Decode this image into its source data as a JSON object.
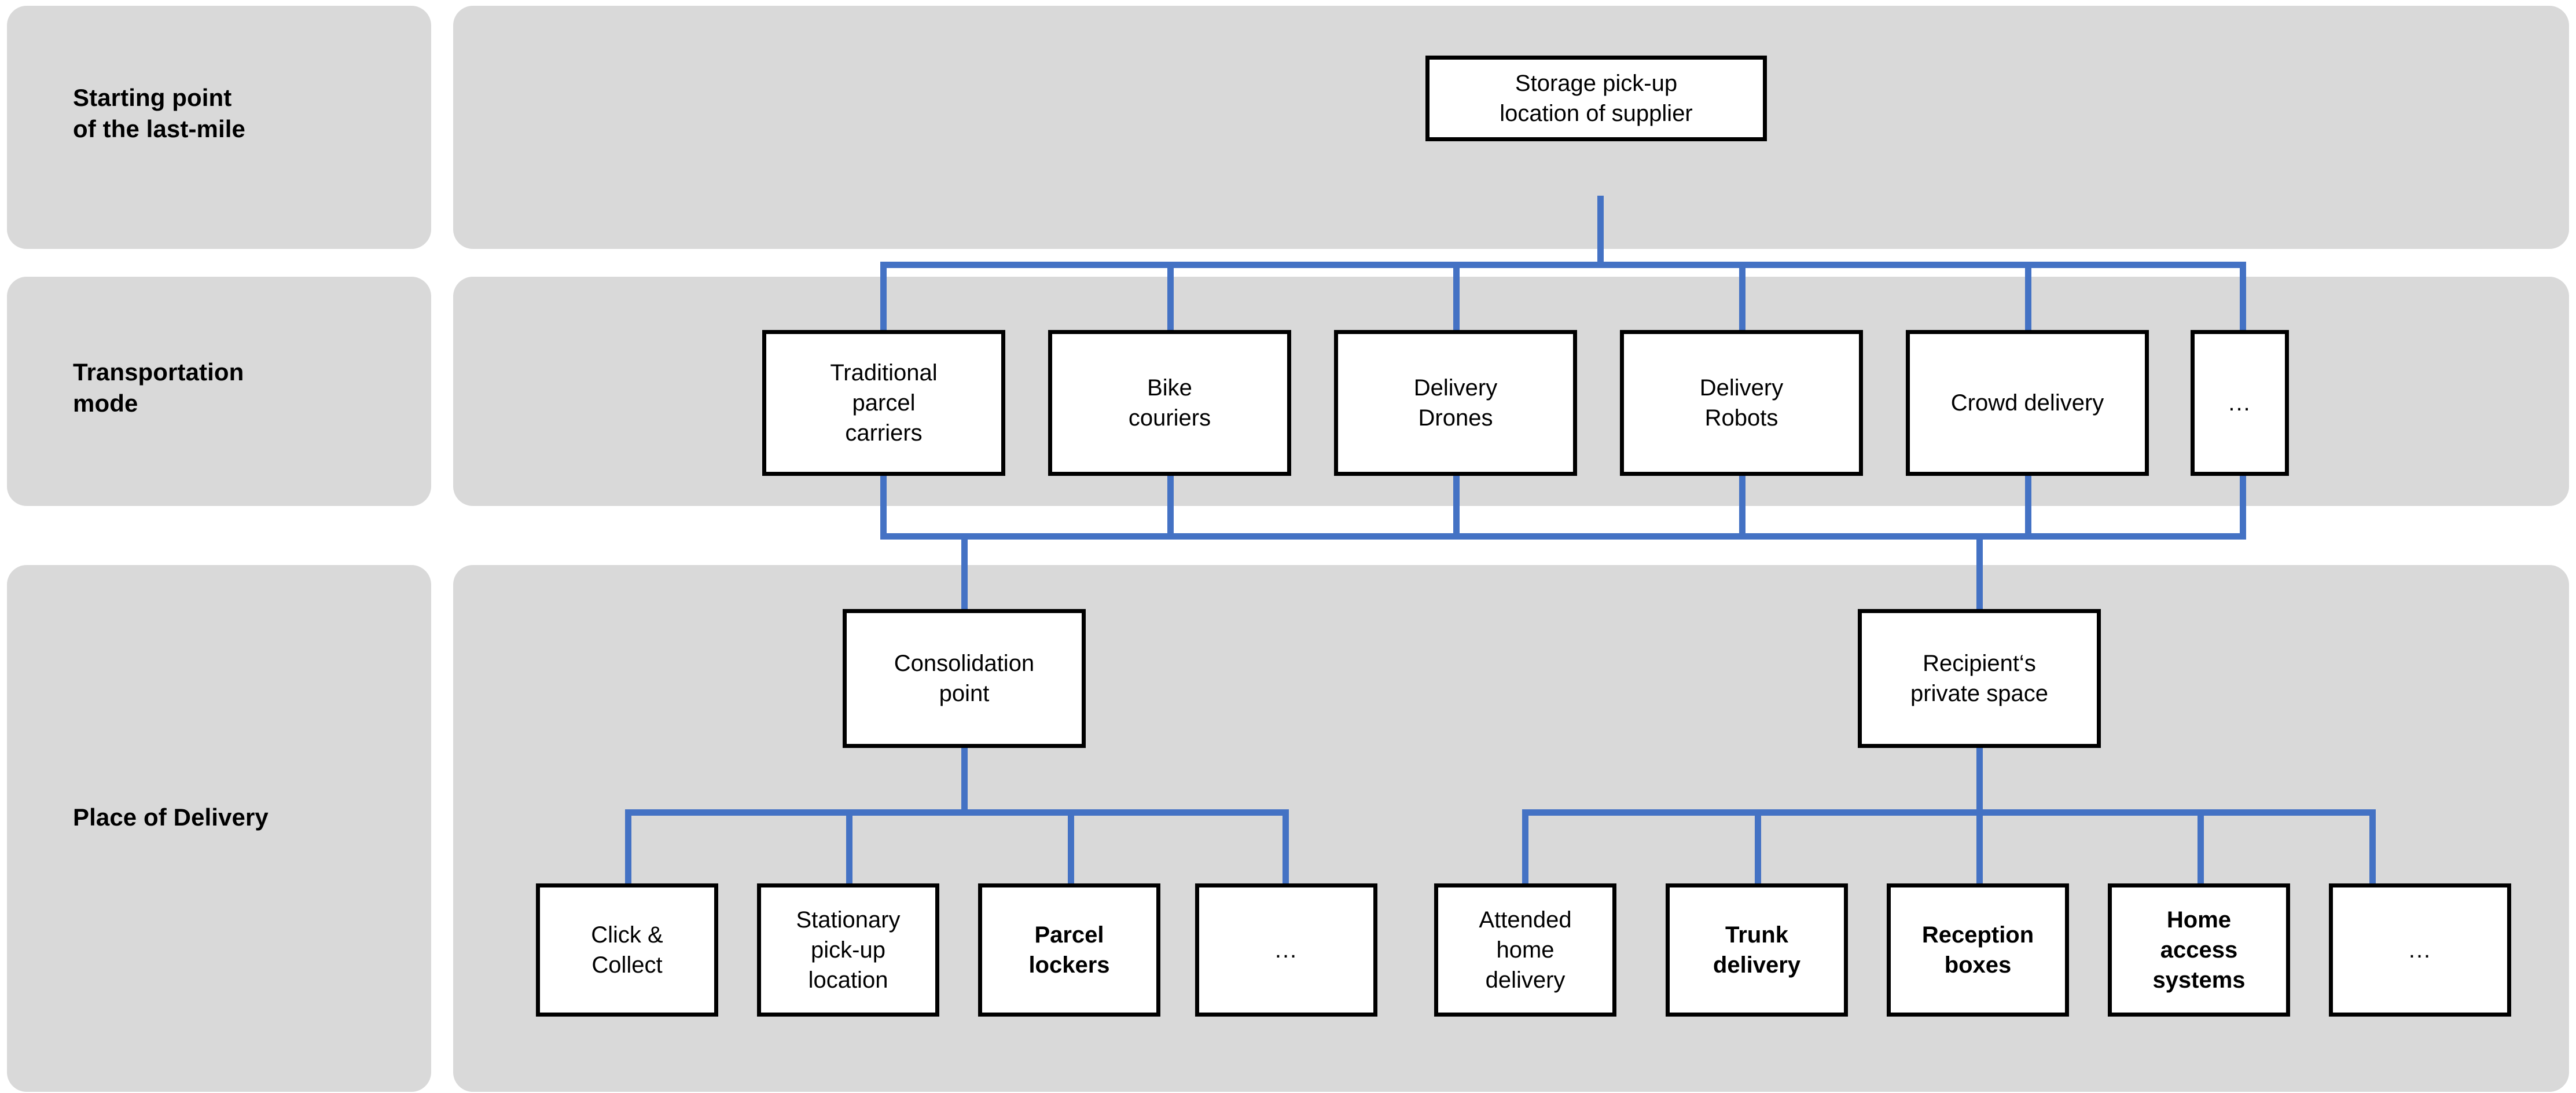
{
  "diagram": {
    "title_rows": [
      {
        "label": "Starting point\nof the last-mile"
      },
      {
        "label": "Transportation\nmode"
      },
      {
        "label": "Place of Delivery"
      }
    ],
    "row_labels": {
      "starting_point": "Starting point of the last-mile",
      "starting_point_line1": "Starting point",
      "starting_point_line2": "of the last-mile",
      "transportation_mode": "Transportation mode",
      "transportation_mode_line1": "Transportation",
      "transportation_mode_line2": "mode",
      "place_of_delivery": "Place of Delivery"
    },
    "colors": {
      "band_background": "#d9d9d9",
      "connector": "#4472c4",
      "node_border": "#000000",
      "node_fill": "#ffffff",
      "page_background": "#ffffff",
      "text": "#000000"
    },
    "level1": {
      "root": {
        "label_line1": "Storage pick-up",
        "label_line2": "location of supplier",
        "label": "Storage pick-up location of supplier",
        "bold": false
      }
    },
    "level2": {
      "nodes": [
        {
          "label": "Traditional parcel carriers",
          "lines": [
            "Traditional",
            "parcel",
            "carriers"
          ],
          "bold": false
        },
        {
          "label": "Bike couriers",
          "lines": [
            "Bike",
            "couriers"
          ],
          "bold": false
        },
        {
          "label": "Delivery Drones",
          "lines": [
            "Delivery",
            "Drones"
          ],
          "bold": false
        },
        {
          "label": "Delivery Robots",
          "lines": [
            "Delivery",
            "Robots"
          ],
          "bold": false
        },
        {
          "label": "Crowd delivery",
          "lines": [
            "Crowd delivery"
          ],
          "bold": false
        },
        {
          "label": "...",
          "lines": [
            "..."
          ],
          "bold": false
        }
      ]
    },
    "level3": {
      "nodes": [
        {
          "label": "Consolidation point",
          "lines": [
            "Consolidation",
            "point"
          ],
          "bold": false
        },
        {
          "label": "Recipient‘s private space",
          "lines": [
            "Recipient‘s",
            "private space"
          ],
          "bold": false
        }
      ]
    },
    "level4": {
      "consolidation_children": [
        {
          "label": "Click & Collect",
          "lines": [
            "Click &",
            "Collect"
          ],
          "bold": false
        },
        {
          "label": "Stationary pick-up location",
          "lines": [
            "Stationary",
            "pick-up",
            "location"
          ],
          "bold": false
        },
        {
          "label": "Parcel lockers",
          "lines": [
            "Parcel",
            "lockers"
          ],
          "bold": true
        },
        {
          "label": "...",
          "lines": [
            "..."
          ],
          "bold": false
        }
      ],
      "private_space_children": [
        {
          "label": "Attended home delivery",
          "lines": [
            "Attended",
            "home",
            "delivery"
          ],
          "bold": false
        },
        {
          "label": "Trunk delivery",
          "lines": [
            "Trunk",
            "delivery"
          ],
          "bold": true
        },
        {
          "label": "Reception boxes",
          "lines": [
            "Reception",
            "boxes"
          ],
          "bold": true
        },
        {
          "label": "Home access systems",
          "lines": [
            "Home",
            "access",
            "systems"
          ],
          "bold": true
        },
        {
          "label": "...",
          "lines": [
            "..."
          ],
          "bold": false
        }
      ]
    }
  }
}
